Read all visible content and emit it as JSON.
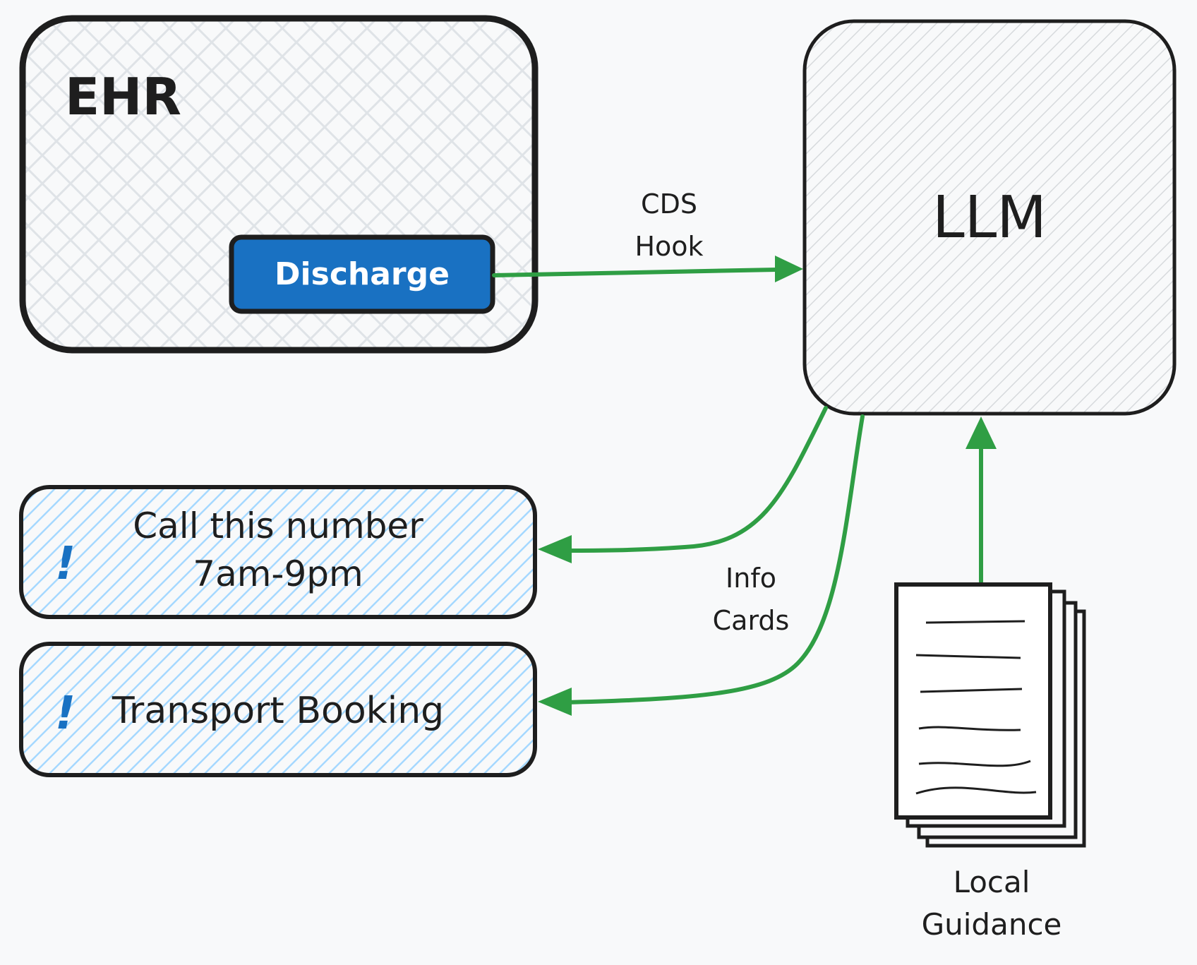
{
  "ehr": {
    "title": "EHR",
    "button_label": "Discharge"
  },
  "llm": {
    "title": "LLM"
  },
  "edges": {
    "cds_hook": [
      "CDS",
      "Hook"
    ],
    "info_cards": [
      "Info",
      "Cards"
    ]
  },
  "cards": [
    {
      "icon": "!",
      "lines": [
        "Call this number",
        "7am-9pm"
      ]
    },
    {
      "icon": "!",
      "lines": [
        "Transport Booking"
      ]
    }
  ],
  "guidance": {
    "lines": [
      "Local",
      "Guidance"
    ]
  },
  "colors": {
    "arrow": "#2f9e44",
    "stroke": "#1e1e1e",
    "button_fill": "#1971c2",
    "card_hatch": "#a5d8ff",
    "box_hatch": "#d0d4d8",
    "icon": "#1971c2"
  }
}
